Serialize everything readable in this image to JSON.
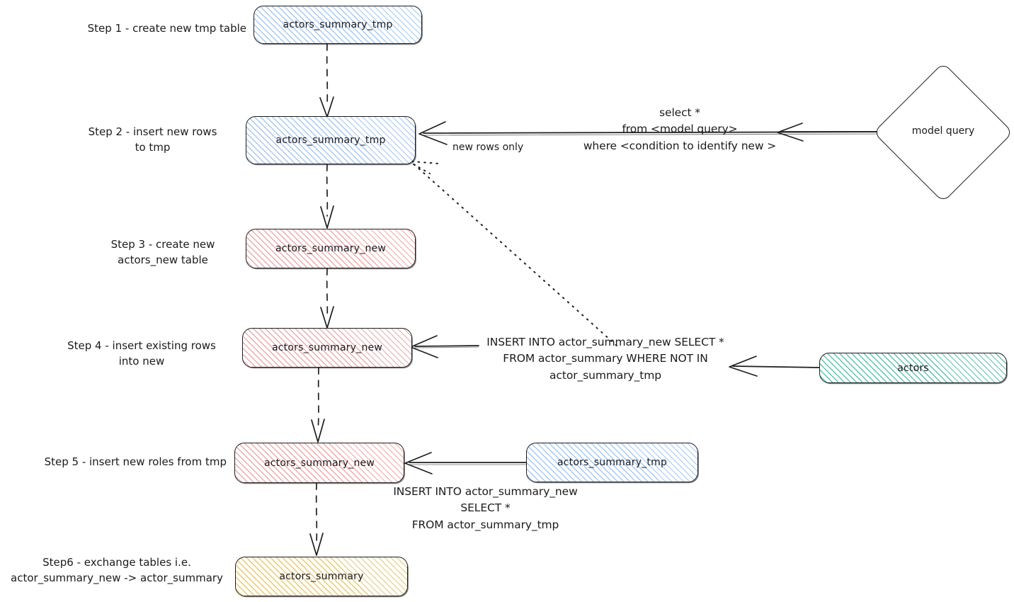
{
  "diagram": {
    "title": "Incremental table swap pipeline",
    "background": "#ffffff",
    "palette": {
      "blue": "#a8c8ec",
      "red": "#f0a9a9",
      "green": "#63c2ae",
      "yellow": "#f2c85c",
      "stroke": "#1e1e1e"
    }
  },
  "steps": [
    {
      "id": "step1",
      "label": "Step 1 - create new tmp table"
    },
    {
      "id": "step2",
      "label": "Step 2 - insert new rows\nto tmp"
    },
    {
      "id": "step3",
      "label": "Step 3 - create new\nactors_new table"
    },
    {
      "id": "step4",
      "label": "Step 4 - insert existing rows\ninto new"
    },
    {
      "id": "step5",
      "label": "Step 5 - insert new roles from tmp"
    },
    {
      "id": "step6",
      "label": "Step6 - exchange tables i.e.\nactor_summary_new -> actor_summary"
    }
  ],
  "nodes": [
    {
      "id": "tmp1",
      "label": "actors_summary_tmp",
      "color": "blue"
    },
    {
      "id": "tmp2",
      "label": "actors_summary_tmp",
      "color": "blue"
    },
    {
      "id": "new3",
      "label": "actors_summary_new",
      "color": "red"
    },
    {
      "id": "new4",
      "label": "actors_summary_new",
      "color": "red"
    },
    {
      "id": "new5",
      "label": "actors_summary_new",
      "color": "red"
    },
    {
      "id": "tmp5",
      "label": "actors_summary_tmp",
      "color": "blue"
    },
    {
      "id": "summary6",
      "label": "actors_summary",
      "color": "yellow"
    },
    {
      "id": "actors",
      "label": "actors",
      "color": "green"
    }
  ],
  "diamond": {
    "id": "model-query",
    "label": "model query"
  },
  "annotations": {
    "new_rows_only": "new rows only",
    "model_query_sql": "select *\nfrom <model query>\nwhere <condition to identify new >",
    "step4_sql": "INSERT INTO actor_summary_new SELECT *\nFROM actor_summary WHERE NOT IN\nactor_summary_tmp",
    "step5_sql": "INSERT INTO actor_summary_new\nSELECT *\nFROM actor_summary_tmp"
  }
}
